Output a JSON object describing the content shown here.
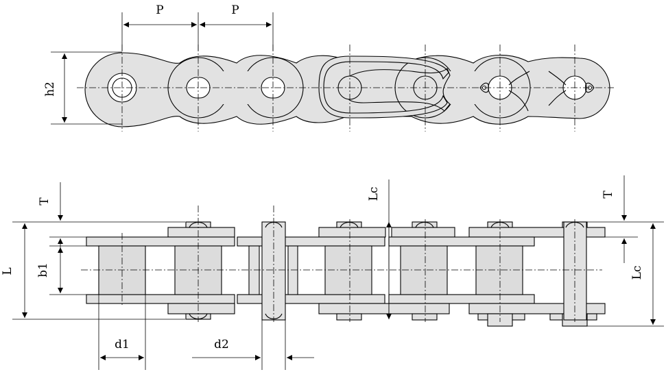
{
  "labels": {
    "pitch_1": "P",
    "pitch_2": "P",
    "plate_height": "h2",
    "thickness_left": "T",
    "thickness_right": "T",
    "overall_width": "L",
    "inner_width": "b1",
    "connecting_width_top": "Lc",
    "connecting_width_right": "Lc",
    "roller_diameter": "d1",
    "pin_diameter": "d2"
  }
}
